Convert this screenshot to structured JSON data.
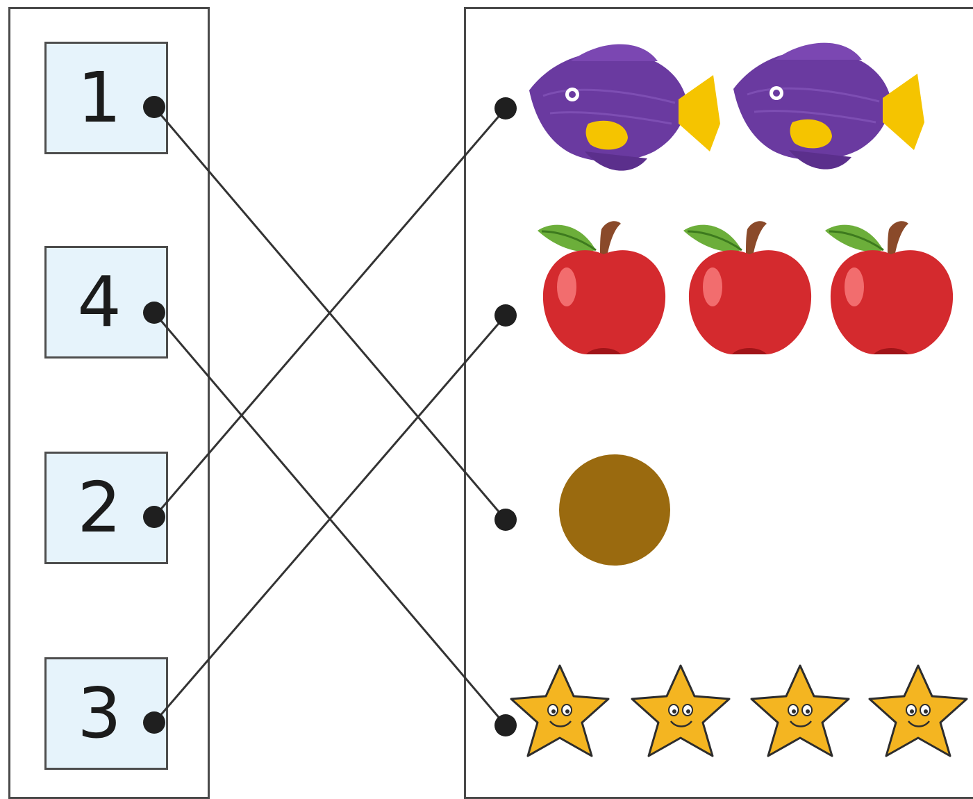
{
  "numbers": [
    {
      "label": "1"
    },
    {
      "label": "4"
    },
    {
      "label": "2"
    },
    {
      "label": "3"
    }
  ],
  "pictures": [
    {
      "item": "fish",
      "count": 2
    },
    {
      "item": "apple",
      "count": 3
    },
    {
      "item": "coin",
      "count": 1
    },
    {
      "item": "star",
      "count": 4
    }
  ],
  "connections": [
    {
      "from": "1",
      "to": "coin"
    },
    {
      "from": "4",
      "to": "star"
    },
    {
      "from": "2",
      "to": "fish"
    },
    {
      "from": "3",
      "to": "apple"
    }
  ],
  "colors": {
    "box_fill": "#e6f3fb",
    "fish": "#6a3aa0",
    "fin": "#f5c400",
    "apple": "#d42a2e",
    "coin": "#9a6a0f",
    "star": "#f4b521",
    "line": "#333333"
  }
}
